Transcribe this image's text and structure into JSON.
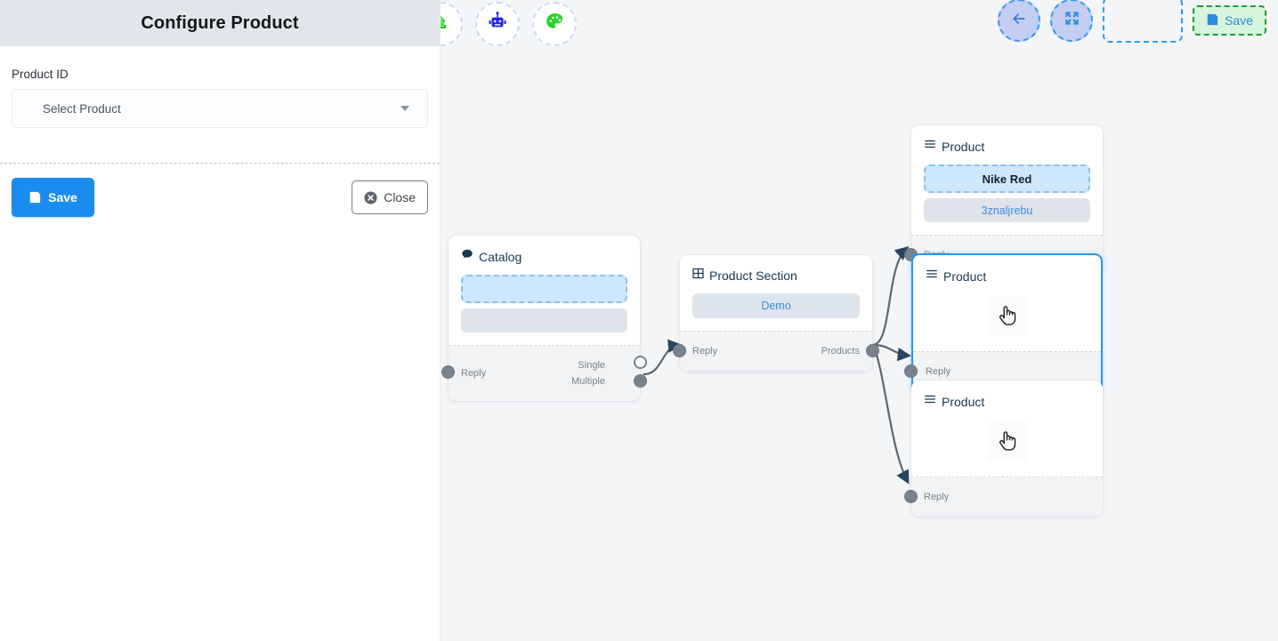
{
  "panel": {
    "title": "Configure Product",
    "field_label": "Product ID",
    "select_value": "Select Product",
    "save_label": "Save",
    "close_label": "Close",
    "icons": {
      "dropdown": "chevron-down-icon",
      "save": "floppy-disk-icon",
      "close": "x-circle-icon"
    }
  },
  "toolbar": {
    "left_tools": [
      {
        "name": "stack-overflow-icon",
        "label": ""
      },
      {
        "name": "robot-icon",
        "label": ""
      },
      {
        "name": "palette-icon",
        "label": ""
      }
    ],
    "right_tools": [
      {
        "name": "back-arrow-icon",
        "label": ""
      },
      {
        "name": "fit-view-icon",
        "label": ""
      }
    ],
    "placeholder_label": "",
    "save_label": "Save",
    "colors": {
      "save_bg": "#d6f5dc",
      "save_border": "#1d9c32",
      "save_text": "#2f8ae0",
      "round_bg": "#c4cdf2",
      "round_border": "#2e9bf0"
    }
  },
  "canvas": {
    "background": "#f4f5f7",
    "nodes": [
      {
        "id": "catalog",
        "title": "Catalog",
        "icon": "chat-bubble-icon",
        "selected": false,
        "chips": [
          {
            "type": "dashed",
            "text": ""
          },
          {
            "type": "gray",
            "text": ""
          }
        ],
        "ports_in": [
          {
            "label": "Reply"
          }
        ],
        "ports_out": [
          {
            "label": "Single",
            "filled": false
          },
          {
            "label": "Multiple",
            "filled": true
          }
        ]
      },
      {
        "id": "product-section",
        "title": "Product Section",
        "icon": "table-grid-icon",
        "selected": false,
        "chips": [
          {
            "type": "gray",
            "text": "Demo"
          }
        ],
        "ports_in": [
          {
            "label": "Reply"
          }
        ],
        "ports_out": [
          {
            "label": "Products",
            "filled": true
          }
        ]
      },
      {
        "id": "product-1",
        "title": "Product",
        "icon": "list-lines-icon",
        "selected": false,
        "chips": [
          {
            "type": "dashed",
            "text": "Nike Red"
          },
          {
            "type": "gray",
            "text": "3znaljrebu"
          }
        ],
        "ports_in": [
          {
            "label": "Reply"
          }
        ],
        "ports_out": []
      },
      {
        "id": "product-2",
        "title": "Product",
        "icon": "list-lines-icon",
        "selected": true,
        "chips": [
          {
            "type": "cursor",
            "text": ""
          }
        ],
        "ports_in": [
          {
            "label": "Reply"
          }
        ],
        "ports_out": []
      },
      {
        "id": "product-3",
        "title": "Product",
        "icon": "list-lines-icon",
        "selected": false,
        "chips": [
          {
            "type": "cursor",
            "text": ""
          }
        ],
        "ports_in": [
          {
            "label": "Reply"
          }
        ],
        "ports_out": []
      }
    ],
    "edges": [
      {
        "from": "catalog.Multiple",
        "to": "product-section.Reply"
      },
      {
        "from": "product-section.Products",
        "to": "product-1.Reply"
      },
      {
        "from": "product-section.Products",
        "to": "product-2.Reply"
      },
      {
        "from": "product-section.Products",
        "to": "product-3.Reply"
      }
    ]
  }
}
